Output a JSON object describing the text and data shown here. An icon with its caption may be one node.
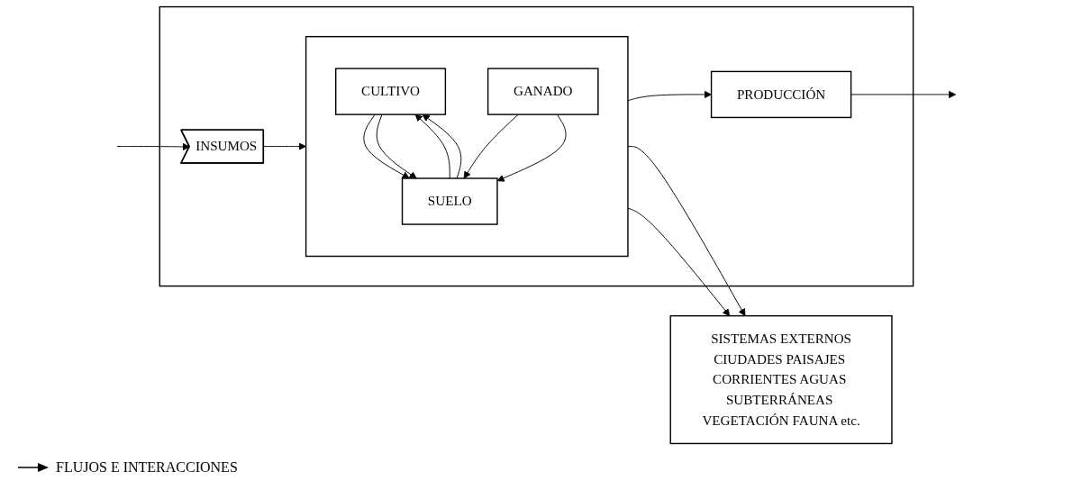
{
  "diagram": {
    "nodes": [
      {
        "text": [],
        "shape": "box"
      },
      {
        "text": [
          "PRODUCCIÓN"
        ],
        "in": 0
      },
      {
        "text": [],
        "shape": "box",
        "in": 0
      },
      {
        "text": [
          "CULTIVO"
        ],
        "in": 2
      },
      {
        "text": [
          "GANADO"
        ],
        "in": 2
      },
      {
        "text": [
          "SUELO"
        ],
        "in": 2
      },
      {
        "text": [
          "INSUMOS"
        ],
        "in": 0
      },
      {
        "text": [
          "SISTEMAS EXTERNOS",
          "CIUDADES PAISAJES CORRIENTES AGUAS SUBTERRÁNEAS VEGETACIÓN FAUNA etc."
        ]
      }
    ],
    "edges": [
      {
        "from": null,
        "to": 6,
        "arrow": "to"
      },
      {
        "from": 6,
        "to": 2,
        "arrow": "to"
      },
      {
        "from": 2,
        "to": 1,
        "arrow": "to"
      },
      {
        "from": 1,
        "to": null,
        "arrow": "to"
      },
      {
        "from": 2,
        "to": 7,
        "arrow": "to"
      },
      {
        "from": 2,
        "to": 7,
        "arrow": "to"
      },
      {
        "from": 3,
        "to": 5,
        "arrow": "to"
      },
      {
        "from": 5,
        "to": 3,
        "arrow": "to"
      },
      {
        "from": 5,
        "to": 3,
        "arrow": "to"
      },
      {
        "from": 3,
        "to": 5,
        "arrow": "to"
      },
      {
        "from": 4,
        "to": 5,
        "arrow": "to"
      },
      {
        "from": 4,
        "to": 5,
        "arrow": "to"
      }
    ],
    "legend": [
      {
        "text": "FLUJOS E INTERACCIONES"
      }
    ]
  }
}
